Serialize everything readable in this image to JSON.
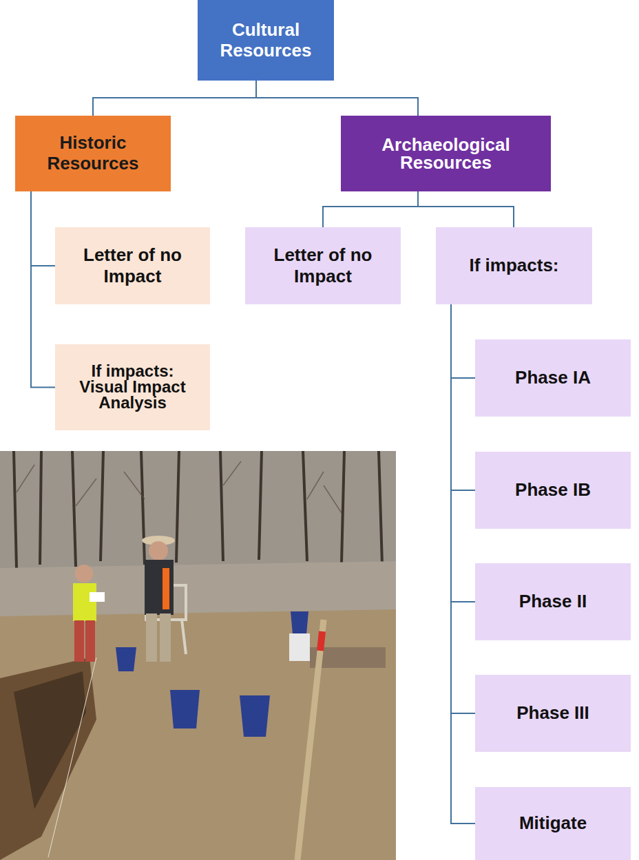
{
  "diagram": {
    "nodes": [
      {
        "text": [
          "Cultural Resources"
        ]
      },
      {
        "text": [
          "Historic Resources"
        ]
      },
      {
        "text": [
          "Archaeological Resources"
        ]
      },
      {
        "text": [
          "Letter of no Impact"
        ]
      },
      {
        "text": [
          "If impacts: Visual Impact Analysis"
        ]
      },
      {
        "text": [
          "Letter of no Impact"
        ]
      },
      {
        "text": [
          "If impacts:"
        ]
      },
      {
        "text": [
          "Phase IA"
        ]
      },
      {
        "text": [
          "Phase IB"
        ]
      },
      {
        "text": [
          "Phase II"
        ]
      },
      {
        "text": [
          "Phase III"
        ]
      },
      {
        "text": [
          "Mitigate"
        ]
      }
    ],
    "edges": [
      {
        "from": 0,
        "to": 1,
        "arrow": "none"
      },
      {
        "from": 0,
        "to": 2,
        "arrow": "none"
      },
      {
        "from": 1,
        "to": 3,
        "arrow": "none"
      },
      {
        "from": 1,
        "to": 4,
        "arrow": "none"
      },
      {
        "from": 2,
        "to": 5,
        "arrow": "none"
      },
      {
        "from": 2,
        "to": 6,
        "arrow": "none"
      },
      {
        "from": 6,
        "to": 7,
        "arrow": "none"
      },
      {
        "from": 6,
        "to": 8,
        "arrow": "none"
      },
      {
        "from": 6,
        "to": 9,
        "arrow": "none"
      },
      {
        "from": 6,
        "to": 10,
        "arrow": "none"
      },
      {
        "from": 6,
        "to": 11,
        "arrow": "none"
      }
    ]
  }
}
